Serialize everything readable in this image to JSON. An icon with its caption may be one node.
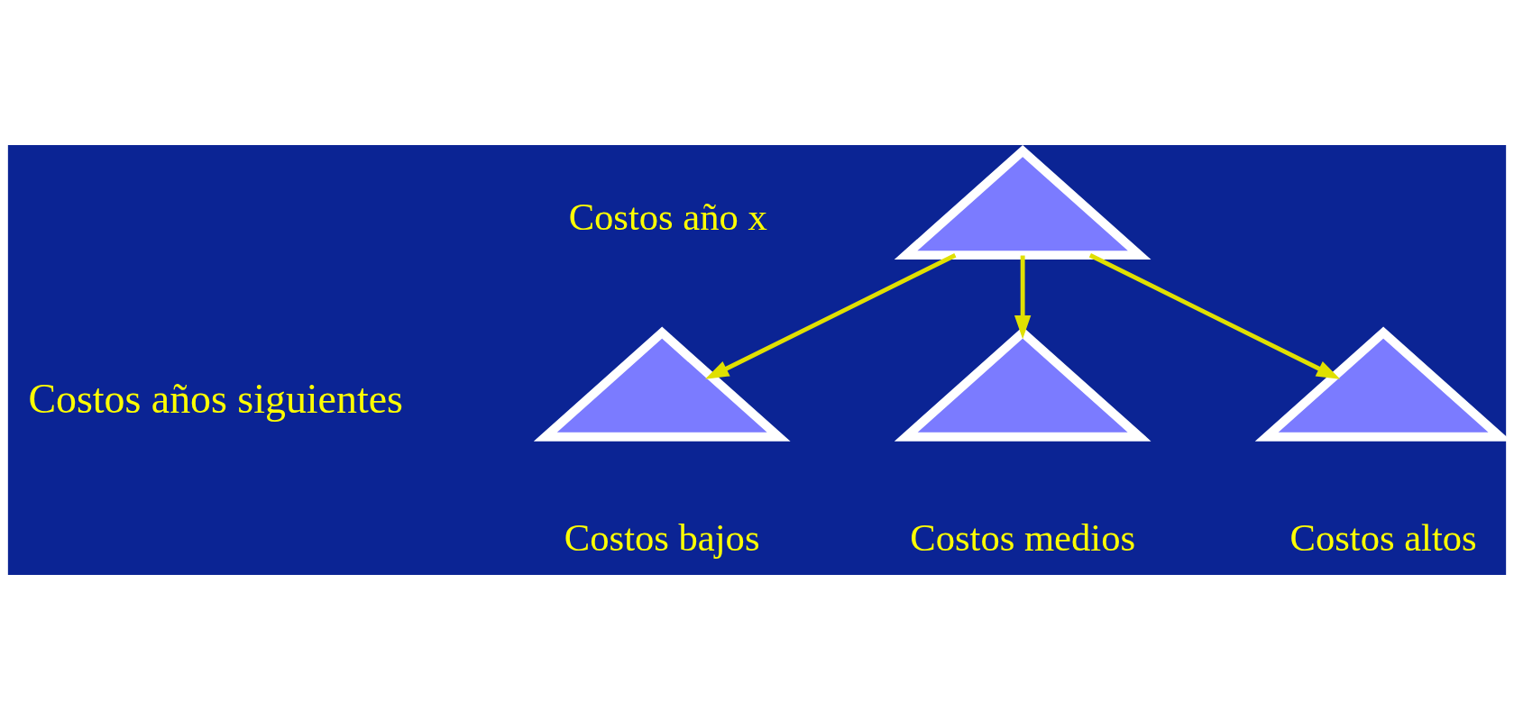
{
  "diagram": {
    "nodes": [
      {
        "text": [],
        "shape": "picture",
        "beside": [
          "Costos año x"
        ]
      },
      {
        "text": [],
        "shape": "picture",
        "beside": [
          "Costos bajos"
        ]
      },
      {
        "text": [],
        "shape": "picture",
        "beside": [
          "Costos medios"
        ]
      },
      {
        "text": [],
        "shape": "picture",
        "beside": [
          "Costos altos"
        ]
      }
    ],
    "edges": [
      {
        "from": 0,
        "to": 1,
        "arrow": "to"
      },
      {
        "from": 0,
        "to": 2,
        "arrow": "to"
      },
      {
        "from": 0,
        "to": 3,
        "arrow": "to"
      }
    ],
    "labels": [
      "Costos años siguientes"
    ]
  }
}
